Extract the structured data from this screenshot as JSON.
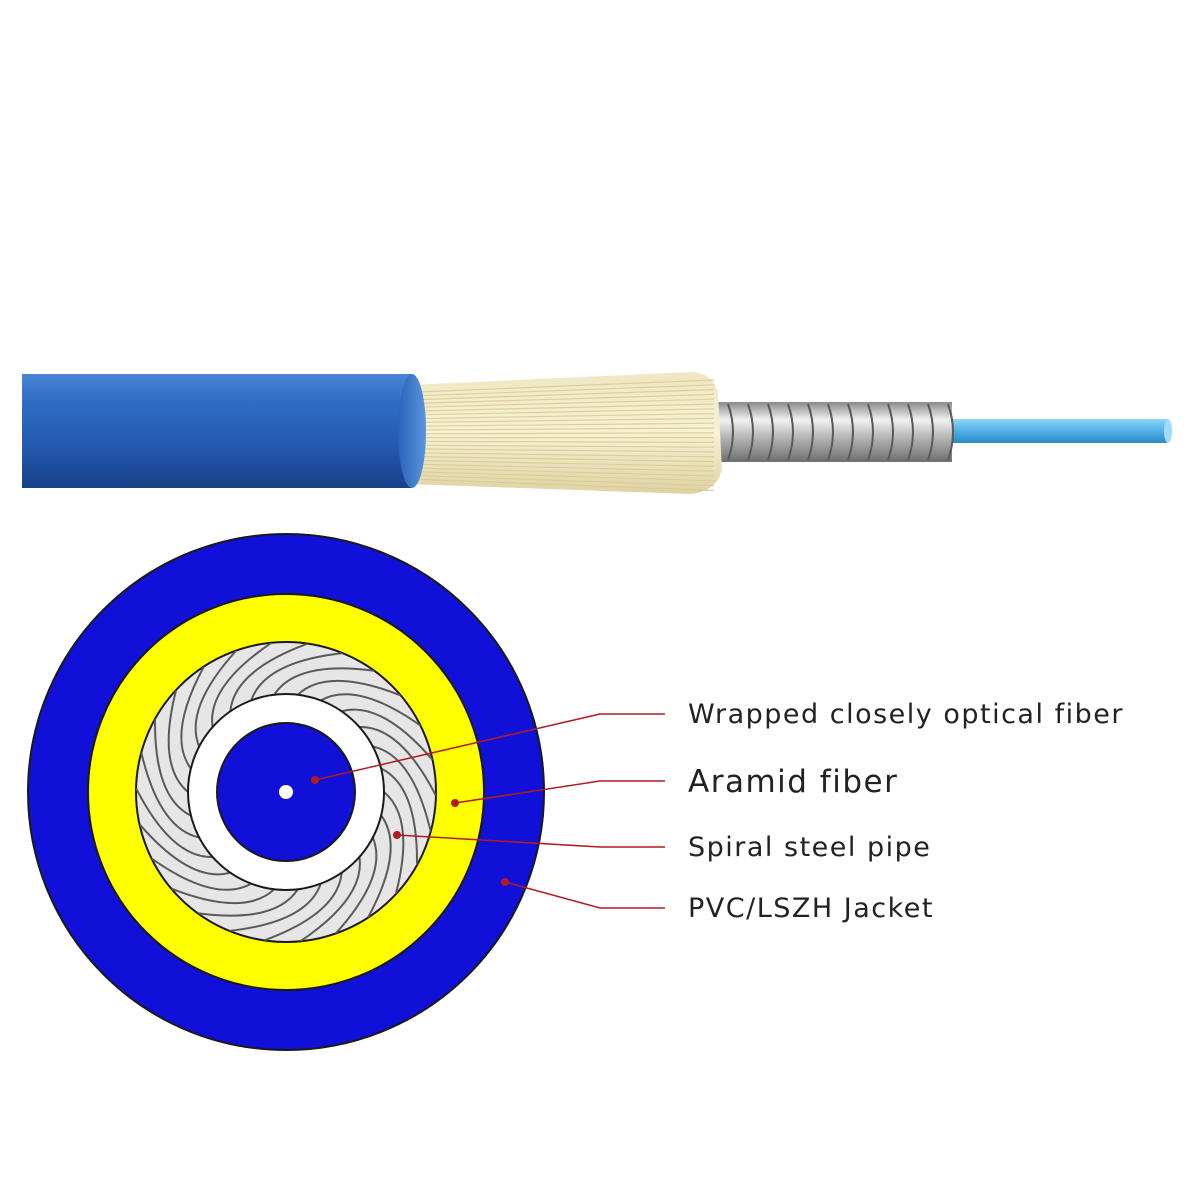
{
  "colors": {
    "jacket": "#1010d8",
    "aramid": "#ffff00",
    "steel": "#e6e6e6",
    "buffer": "#ffffff",
    "core": "#1010d8",
    "fiber_strand": "#5ab8e8",
    "leader": "#b01c22",
    "cable_side": "#2f6cc4"
  },
  "labels": {
    "optical_fiber": "Wrapped closely optical fiber",
    "aramid": "Aramid fiber",
    "steel_pipe": "Spiral steel pipe",
    "jacket": "PVC/LSZH Jacket"
  }
}
